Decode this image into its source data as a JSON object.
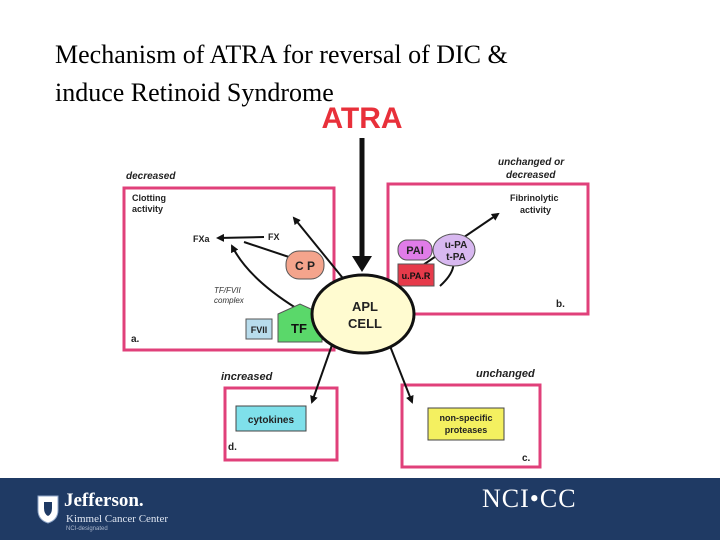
{
  "slide": {
    "title_line1": "Mechanism of ATRA for reversal of DIC &",
    "title_line2": "induce Retinoid Syndrome"
  },
  "diagram": {
    "drug_label": "ATRA",
    "center_cell": {
      "line1": "APL",
      "line2": "CELL"
    },
    "panel_a": {
      "status": "decreased",
      "heading_line1": "Clotting",
      "heading_line2": "activity",
      "fxa": "FXa",
      "fx": "FX",
      "cp": "C P",
      "complex_line1": "TF/FVII",
      "complex_line2": "complex",
      "fvii": "FVII",
      "tf": "TF",
      "panel_id": "a."
    },
    "panel_b": {
      "status_line1": "unchanged  or",
      "status_line2": "decreased",
      "heading_line1": "Fibrinolytic",
      "heading_line2": "activity",
      "pai": "PAI",
      "upa": "u-PA",
      "tpa": "t-PA",
      "upar": "u.PA.R",
      "panel_id": "b."
    },
    "panel_c": {
      "status": "unchanged",
      "label_line1": "non-specific",
      "label_line2": "proteases",
      "panel_id": "c."
    },
    "panel_d": {
      "status": "increased",
      "label": "cytokines",
      "panel_id": "d."
    },
    "colors": {
      "panel_border": "#e0407a",
      "atra_red": "#e8303a",
      "cell_fill": "#fffbd0",
      "cp_fill": "#f4a48c",
      "pai_fill": "#e07ce8",
      "upa_fill": "#d8b8f0",
      "upar_fill": "#e63a4a",
      "tf_fill": "#5ad86a",
      "fvii_fill": "#b8dcec",
      "cytokines_fill": "#7fe0ea",
      "proteases_fill": "#f4f060",
      "footer_bg": "#1f3a64"
    }
  },
  "footer": {
    "jefferson_name": "Jefferson.",
    "jefferson_sub": "Kimmel Cancer Center",
    "jefferson_note": "NCI-designated",
    "nci_mark": "NCI•CC"
  }
}
